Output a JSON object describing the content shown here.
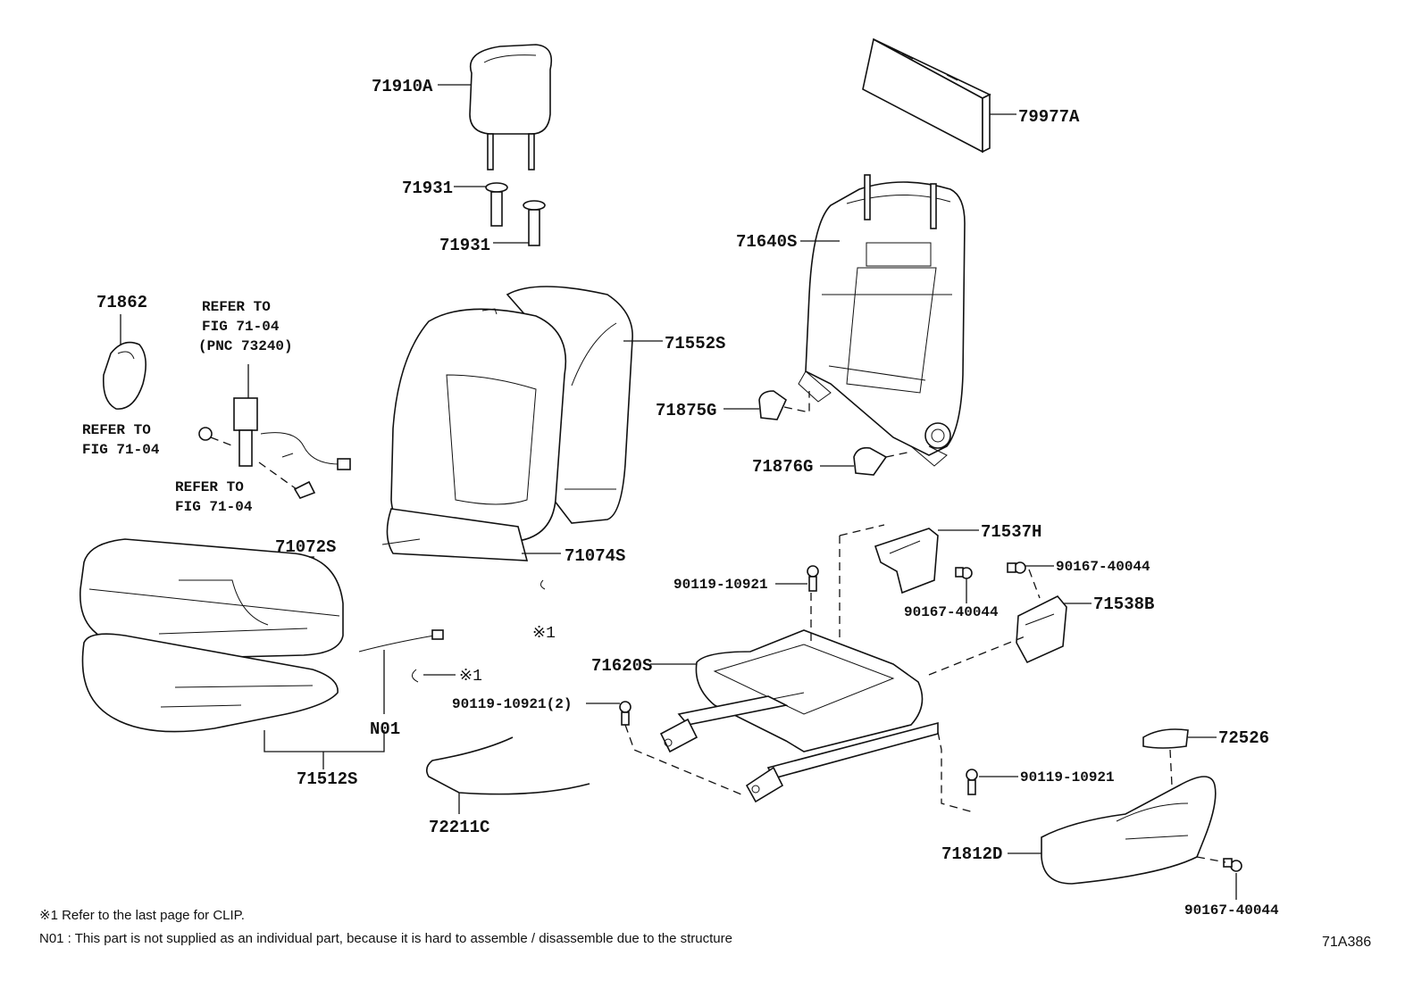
{
  "labels": {
    "p71910A": "71910A",
    "p79977A": "79977A",
    "p71931a": "71931",
    "p71931b": "71931",
    "p71640S": "71640S",
    "p71862": "71862",
    "p71552S": "71552S",
    "p71875G": "71875G",
    "p71876G": "71876G",
    "p71072S": "71072S",
    "p71074S": "71074S",
    "p71537H": "71537H",
    "p90167a": "90167-40044",
    "p90167b": "90167-40044",
    "p90119a": "90119-10921",
    "p71538B": "71538B",
    "p71620S": "71620S",
    "p90119b": "90119-10921(2)",
    "pN01": "N01",
    "p71512S": "71512S",
    "p72526": "72526",
    "p90119c": "90119-10921",
    "p72211C": "72211C",
    "p71812D": "71812D",
    "p90167c": "90167-40044",
    "clip1": "※1",
    "clip2": "※1"
  },
  "refers": {
    "r1_l1": "REFER TO",
    "r1_l2": "FIG 71-04",
    "r1_l3": "(PNC 73240)",
    "r2_l1": "REFER TO",
    "r2_l2": "FIG 71-04",
    "r3_l1": "REFER TO",
    "r3_l2": "FIG 71-04"
  },
  "notes": {
    "note1": "※1  Refer to the last page for CLIP.",
    "note2": "N01 : This part is not supplied as an individual part, because it is hard to assemble / disassemble due to the structure"
  },
  "diagram_code": "71A386"
}
